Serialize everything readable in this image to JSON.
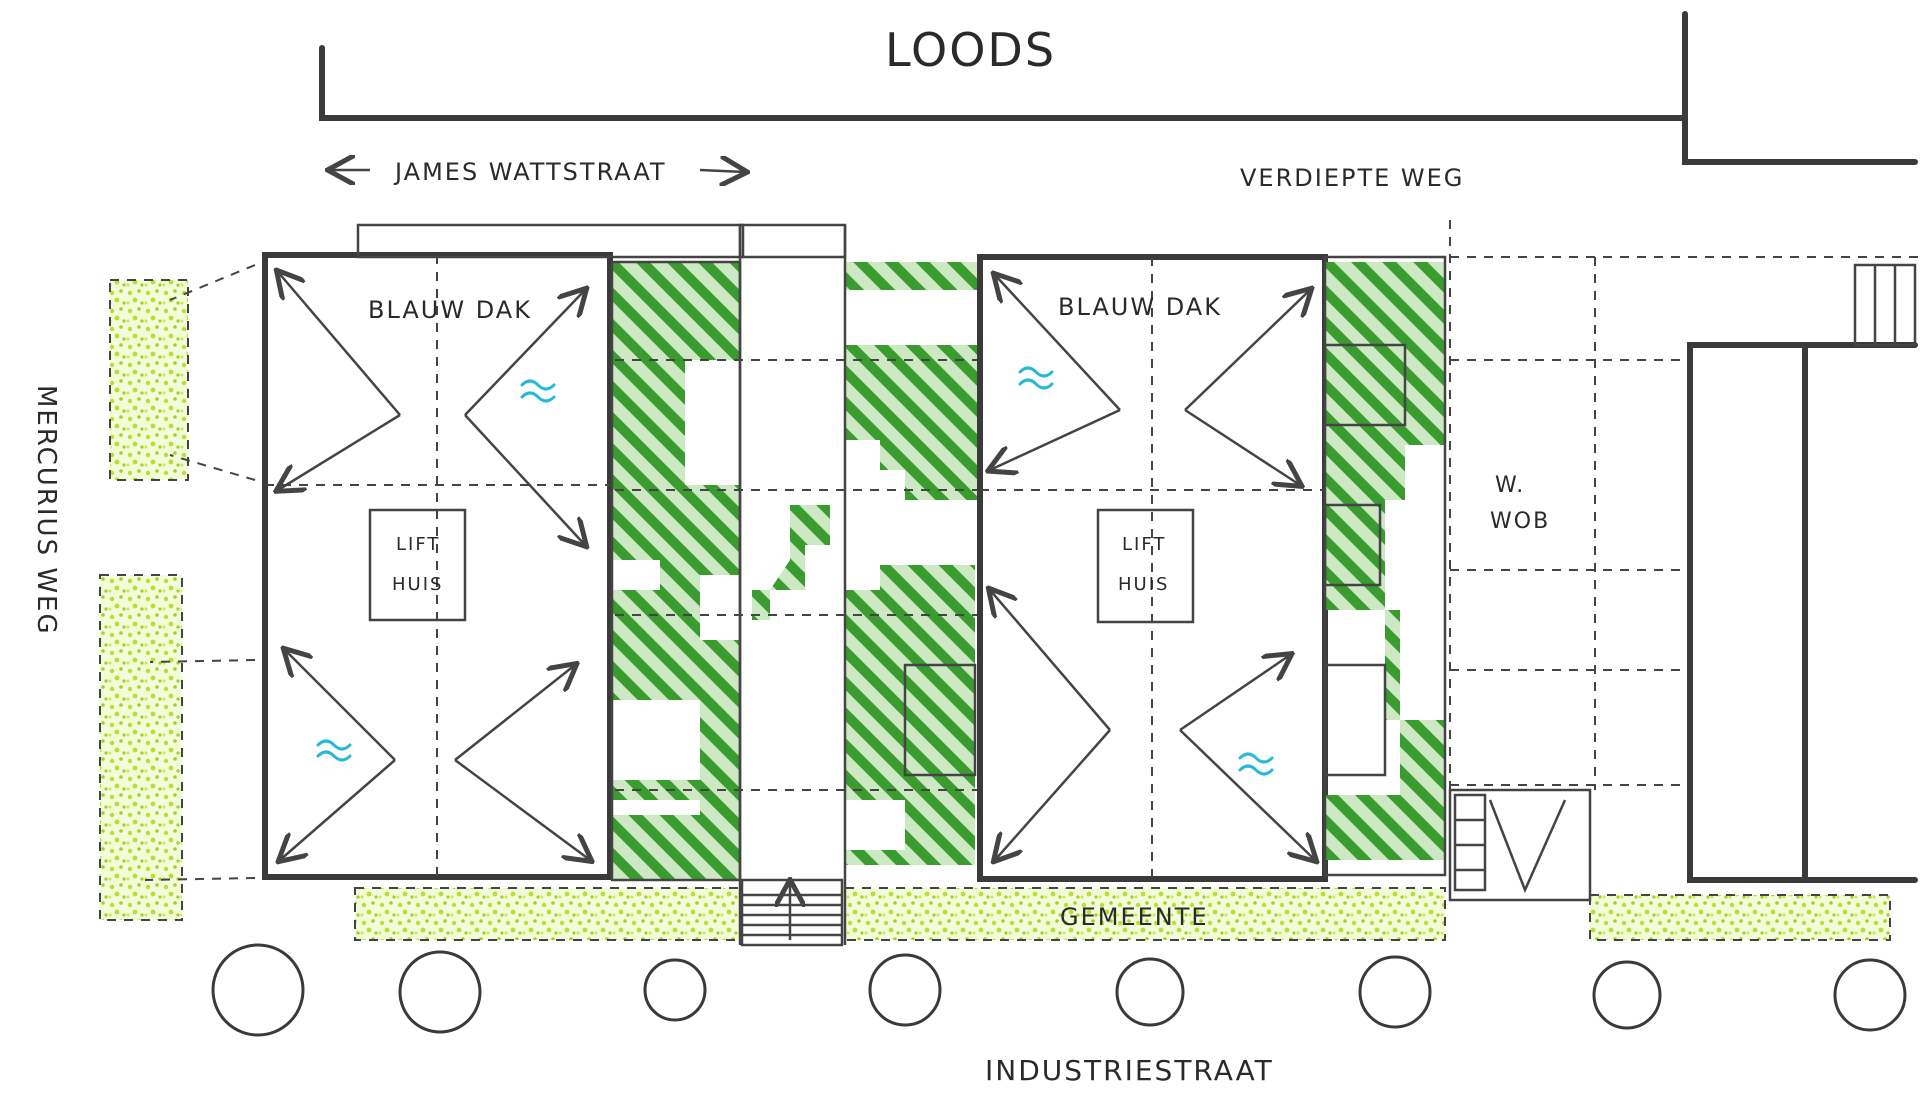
{
  "labels": {
    "loods": "LOODS",
    "james_wattstraat": "JAMES WATTSTRAAT",
    "verdiepte_weg": "VERDIEPTE WEG",
    "mercurius_weg": "MERCURIUS WEG",
    "blauw_dak_left": "BLAUW DAK",
    "blauw_dak_right": "BLAUW DAK",
    "lifthuis_left_1": "LIFT",
    "lifthuis_left_2": "HUIS",
    "lifthuis_right_1": "LIFT",
    "lifthuis_right_2": "HUIS",
    "wob_1": "W.",
    "wob_2": "WOB",
    "gemeente": "GEMEENTE",
    "industriestraat": "INDUSTRIESTRAAT"
  },
  "icons": [
    "water-symbol-icon",
    "tree-icon",
    "arrow-icon"
  ],
  "colors": {
    "ink": "#3a3a3a",
    "green_hatch": "#3a9b2e",
    "grass": "#b6e033",
    "water": "#25b8d9"
  }
}
